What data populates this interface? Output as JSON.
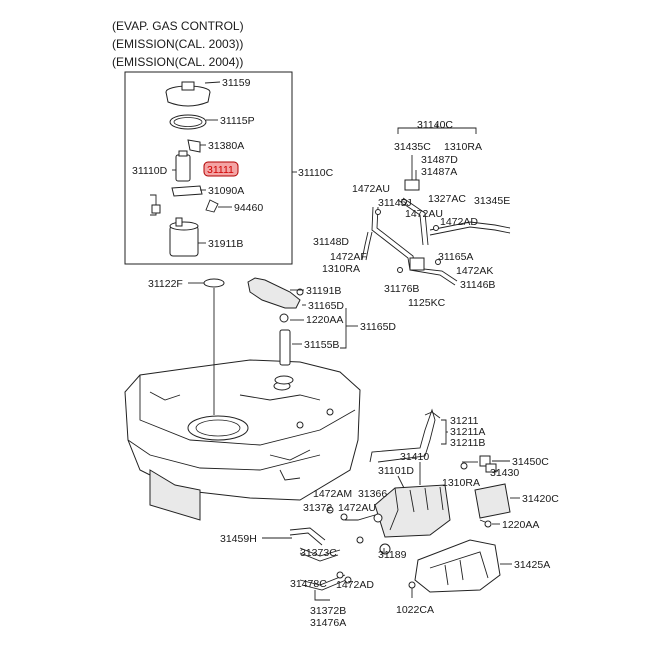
{
  "header": {
    "line1": "(EVAP. GAS CONTROL)",
    "line2": "(EMISSION(CAL.  2003))",
    "line3": "(EMISSION(CAL.  2004))"
  },
  "highlight": {
    "part_number": "31111",
    "color": "#d00000",
    "fill": "#f4a4a4"
  },
  "labels": {
    "p31159": "31159",
    "p31115P": "31115P",
    "p31380A": "31380A",
    "p31110D": "31110D",
    "p31110C": "31110C",
    "p31090A": "31090A",
    "p94460": "94460",
    "p31911B": "31911B",
    "p31140C": "31140C",
    "p31435C": "31435C",
    "p1310RA_a": "1310RA",
    "p31487D": "31487D",
    "p31487A": "31487A",
    "p1472AU_a": "1472AU",
    "p1327AC": "1327AC",
    "p31145J": "31145J",
    "p31345E": "31345E",
    "p1472AU_b": "1472AU",
    "p1472AD_a": "1472AD",
    "p31148D": "31148D",
    "p1472AF": "1472AF",
    "p31165A": "31165A",
    "p1310RA_b": "1310RA",
    "p1472AK": "1472AK",
    "p31176B": "31176B",
    "p31146B": "31146B",
    "p1125KC": "1125KC",
    "p31122F": "31122F",
    "p31191B": "31191B",
    "p31165D_a": "31165D",
    "p1220AA_a": "1220AA",
    "p31165D_b": "31165D",
    "p31155B": "31155B",
    "p31211": "31211",
    "p31211A": "31211A",
    "p31211B": "31211B",
    "p31410": "31410",
    "p31101D": "31101D",
    "p31450C": "31450C",
    "p31430": "31430",
    "p1310RA_c": "1310RA",
    "p1472AM": "1472AM",
    "p31366": "31366",
    "p31420C": "31420C",
    "p31372": "31372",
    "p1472AU_c": "1472AU",
    "p1220AA_b": "1220AA",
    "p31459H": "31459H",
    "p31373C": "31373C",
    "p31189": "31189",
    "p31425A": "31425A",
    "p31478C": "31478C",
    "p1472AD_b": "1472AD",
    "p31372B": "31372B",
    "p31476A": "31476A",
    "p1022CA": "1022CA"
  }
}
